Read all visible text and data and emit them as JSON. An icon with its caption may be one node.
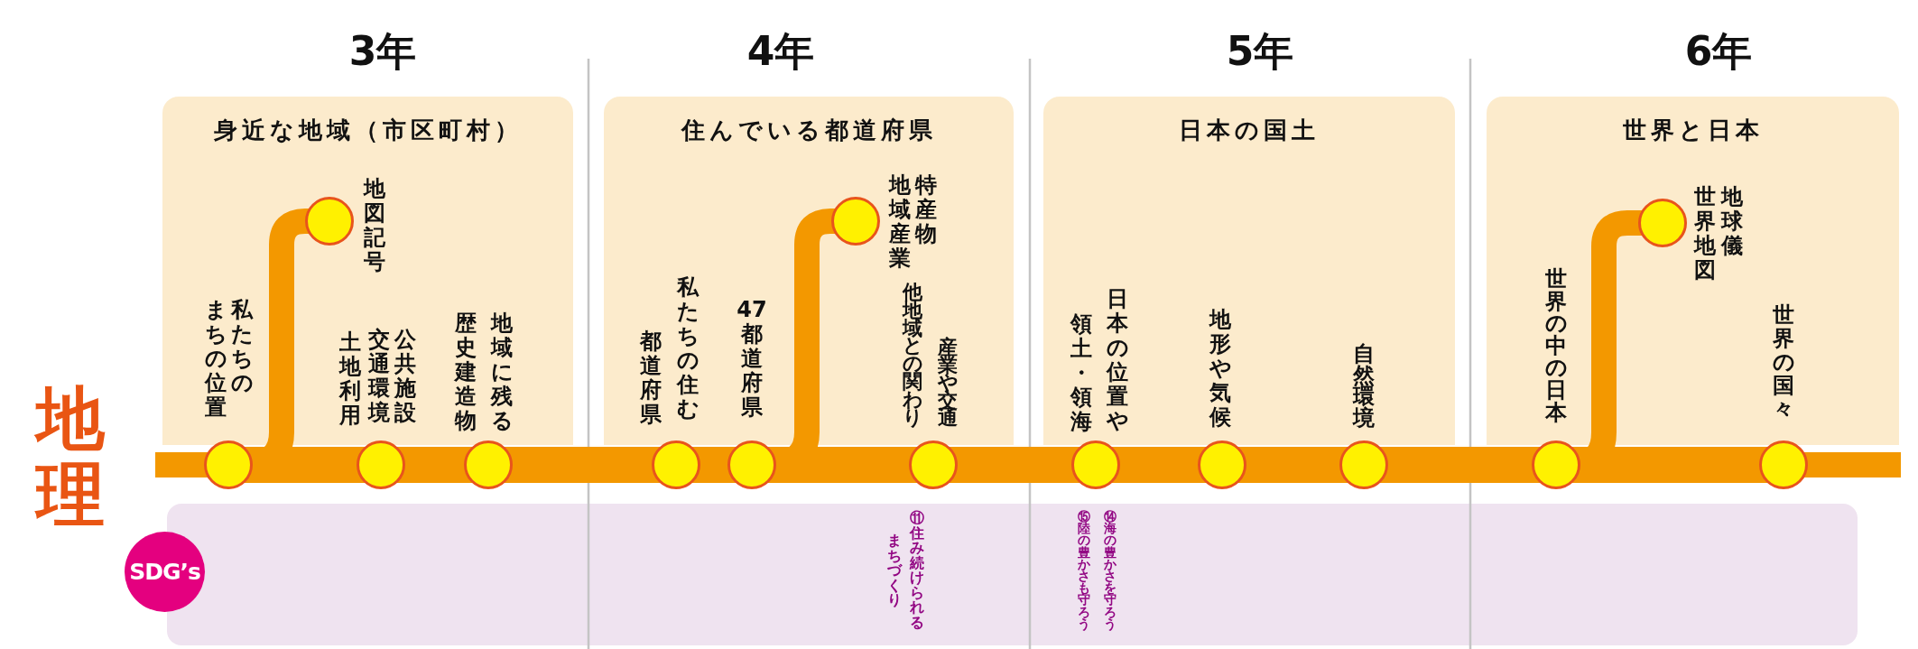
{
  "diagram": {
    "nodes": [
      {
        "text": [
          "身近な地域（市区町村）"
        ]
      },
      {
        "text": [],
        "shape": "circle",
        "beside": [
          "まちの位置",
          "私たちの"
        ]
      },
      {
        "text": [],
        "shape": "circle",
        "beside": [
          "地図記号"
        ],
        "in": 0
      },
      {
        "text": [],
        "shape": "circle",
        "beside": [
          "土地利用",
          "交通環境",
          "公共施設"
        ]
      },
      {
        "text": [],
        "shape": "circle",
        "beside": [
          "歴史建造物",
          "地域に残る"
        ]
      },
      {
        "text": [
          "住んでいる都道府県"
        ]
      },
      {
        "text": [],
        "shape": "circle",
        "beside": [
          "都道府県",
          "私たちの住む"
        ]
      },
      {
        "text": [],
        "shape": "circle",
        "beside": [
          "47都道府県"
        ]
      },
      {
        "text": [],
        "shape": "circle",
        "beside": [
          "地域産業",
          "特産物"
        ],
        "in": 5
      },
      {
        "text": [],
        "shape": "circle",
        "beside": [
          "他地域との関わり",
          "産業や交通"
        ]
      },
      {
        "text": [
          "日本の国土"
        ]
      },
      {
        "text": [],
        "shape": "circle",
        "beside": [
          "領土・領海",
          "日本の位置や"
        ]
      },
      {
        "text": [],
        "shape": "circle",
        "beside": [
          "地形や気候"
        ]
      },
      {
        "text": [],
        "shape": "circle",
        "beside": [
          "自然環境"
        ]
      },
      {
        "text": [
          "世界と日本"
        ]
      },
      {
        "text": [],
        "shape": "circle",
        "beside": [
          "世界の中の日本"
        ]
      },
      {
        "text": [],
        "shape": "circle",
        "beside": [
          "世界地図",
          "地球儀"
        ],
        "in": 14
      },
      {
        "text": [],
        "shape": "circle",
        "beside": [
          "世界の国々"
        ]
      },
      {
        "text": [
          "SDG’s"
        ]
      },
      {
        "text": [
          "まちづくり",
          "⑪住み続けられる",
          "⑮陸の豊かさも守ろう",
          "⑭海の豊かさを守ろう"
        ]
      }
    ],
    "edges": [
      {
        "from": 0,
        "to": 1,
        "arrow": "none"
      },
      {
        "from": 1,
        "to": 2,
        "arrow": "none"
      },
      {
        "from": 1,
        "to": 3,
        "arrow": "none"
      },
      {
        "from": 3,
        "to": 4,
        "arrow": "none"
      },
      {
        "from": 4,
        "to": 6,
        "arrow": "none"
      },
      {
        "from": 6,
        "to": 7,
        "arrow": "none"
      },
      {
        "from": 7,
        "to": 8,
        "arrow": "none"
      },
      {
        "from": 7,
        "to": 9,
        "arrow": "none"
      },
      {
        "from": 9,
        "to": 11,
        "arrow": "none"
      },
      {
        "from": 11,
        "to": 12,
        "arrow": "none"
      },
      {
        "from": 12,
        "to": 13,
        "arrow": "none"
      },
      {
        "from": 13,
        "to": 15,
        "arrow": "none"
      },
      {
        "from": 15,
        "to": 16,
        "arrow": "none"
      },
      {
        "from": 15,
        "to": 17,
        "arrow": "none"
      },
      {
        "from": 17,
        "to": 14,
        "arrow": "none"
      }
    ],
    "labels": [
      "3年",
      "4年",
      "5年",
      "6年",
      "地理"
    ]
  }
}
